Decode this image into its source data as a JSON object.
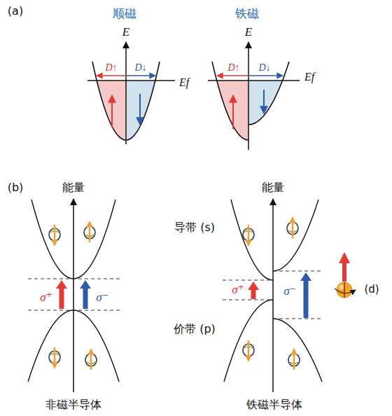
{
  "diagram": {
    "labels": [
      "(a)",
      "顺磁",
      "铁磁",
      "E",
      "E",
      "D↑",
      "D↓",
      "Ef",
      "D↑",
      "D↓",
      "Ef",
      "(b)",
      "能量",
      "能量",
      "导带 (s)",
      "价带 (p)",
      "σ⁺",
      "σ⁻",
      "σ⁺",
      "σ⁻",
      "非磁半导体",
      "铁磁半导体",
      "(d)"
    ]
  }
}
